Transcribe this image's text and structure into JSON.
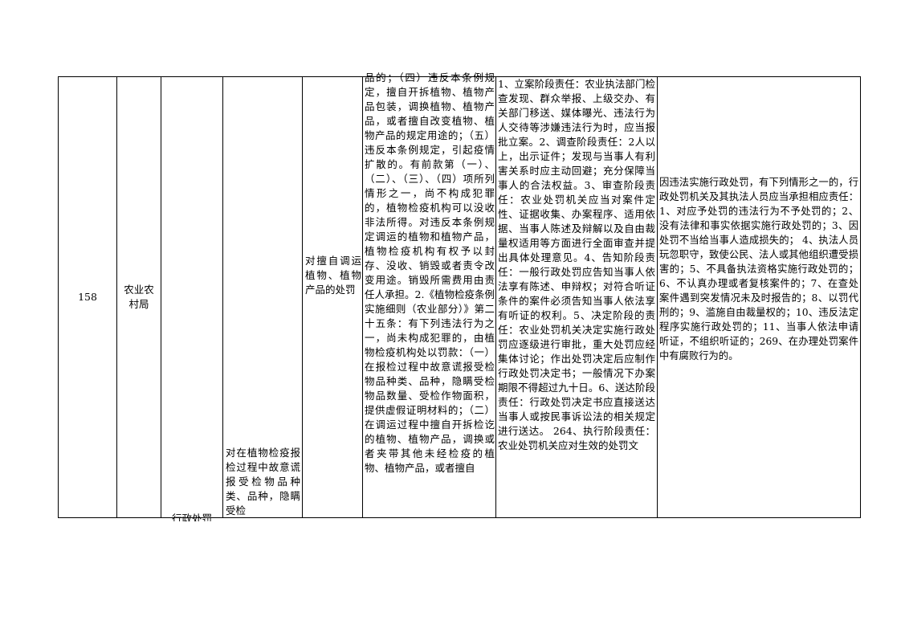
{
  "row": {
    "number": "158",
    "department": "农业农村局",
    "category": "行政处罚",
    "sub_item": "对在植物检疫报检过程中故意谎报受检物品种类、品种，隐瞒受检",
    "item_name": "对擅自调运植物、植物产品的处罚",
    "basis": "品的；（四）违反本条例规定，擅自开拆植物、植物产品包装，调换植物、植物产品，或者擅自改变植物、植物产品的规定用途的；（五）违反本条例规定，引起疫情扩散的。有前款第（一）、（二）、（三）、（四）项所列情形之一，尚不构成犯罪的，植物检疫机构可以没收非法所得。对违反本条例规定调运的植物和植物产品，植物检疫机构有权予以封存、没收、销毁或者责令改变用途。销毁所需费用由责任人承担。2.《植物检疫条例实施细则（农业部分）》第二十五条：有下列违法行为之一，尚未构成犯罪的，由植物检疫机构处以罚款：（一）在报检过程中故意谎报受检物品种类、品种，隐瞒受检物品数量、受检作物面积，提供虚假证明材料的；（二）在调运过程中擅自开拆检讫的植物、植物产品，调换或者夹带其他未经检疫的植物、植物产品，或者擅自",
    "responsibility": "1、立案阶段责任：农业执法部门检查发现、群众举报、上级交办、有关部门移送、媒体曝光、违法行为人交待等涉嫌违法行为时，应当报批立案。2、调查阶段责任：2人以上，出示证件；发现与当事人有利害关系时应主动回避；充分保障当事人的合法权益。3、审查阶段责任：农业处罚机关应当对案件定性、证据收集、办案程序、适用依据、当事人陈述及辩解以及自由裁量权适用等方面进行全面审查并提出具体处理意见。4、告知阶段责任：一般行政处罚应告知当事人依法享有陈述、申辩权；对符合听证条件的案件必须告知当事人依法享有听证的权利。5、决定阶段的责任：农业处罚机关决定实施行政处罚应逐级进行审批，重大处罚应经集体讨论；作出处罚决定后应制作行政处罚决定书；一般情况下办案期限不得超过九十日。6、送达阶段责任：行政处罚决定书应直接送达当事人或按民事诉讼法的相关规定进行送达。 264、执行阶段责任：农业处罚机关应对生效的处罚文",
    "accountability": "因违法实施行政处罚，有下列情形之一的，行政处罚机关及其执法人员应当承担相应责任：1、对应予处罚的违法行为不予处罚的；2、没有法律和事实依据实施行政处罚的；3、因处罚不当给当事人造成损失的； 4、执法人员玩忽职守，致使公民、法人或其他组织遭受损害的；5、不具备执法资格实施行政处罚的；6、不认真办理或者复核案件的；7、在查处案件遇到突发情况未及时报告的；8、以罚代刑的；9、滥施自由裁量权的；10、违反法定程序实施行政处罚的；11、当事人依法申请听证，不组织听证的；269、在办理处罚案件中有腐败行为的。"
  }
}
